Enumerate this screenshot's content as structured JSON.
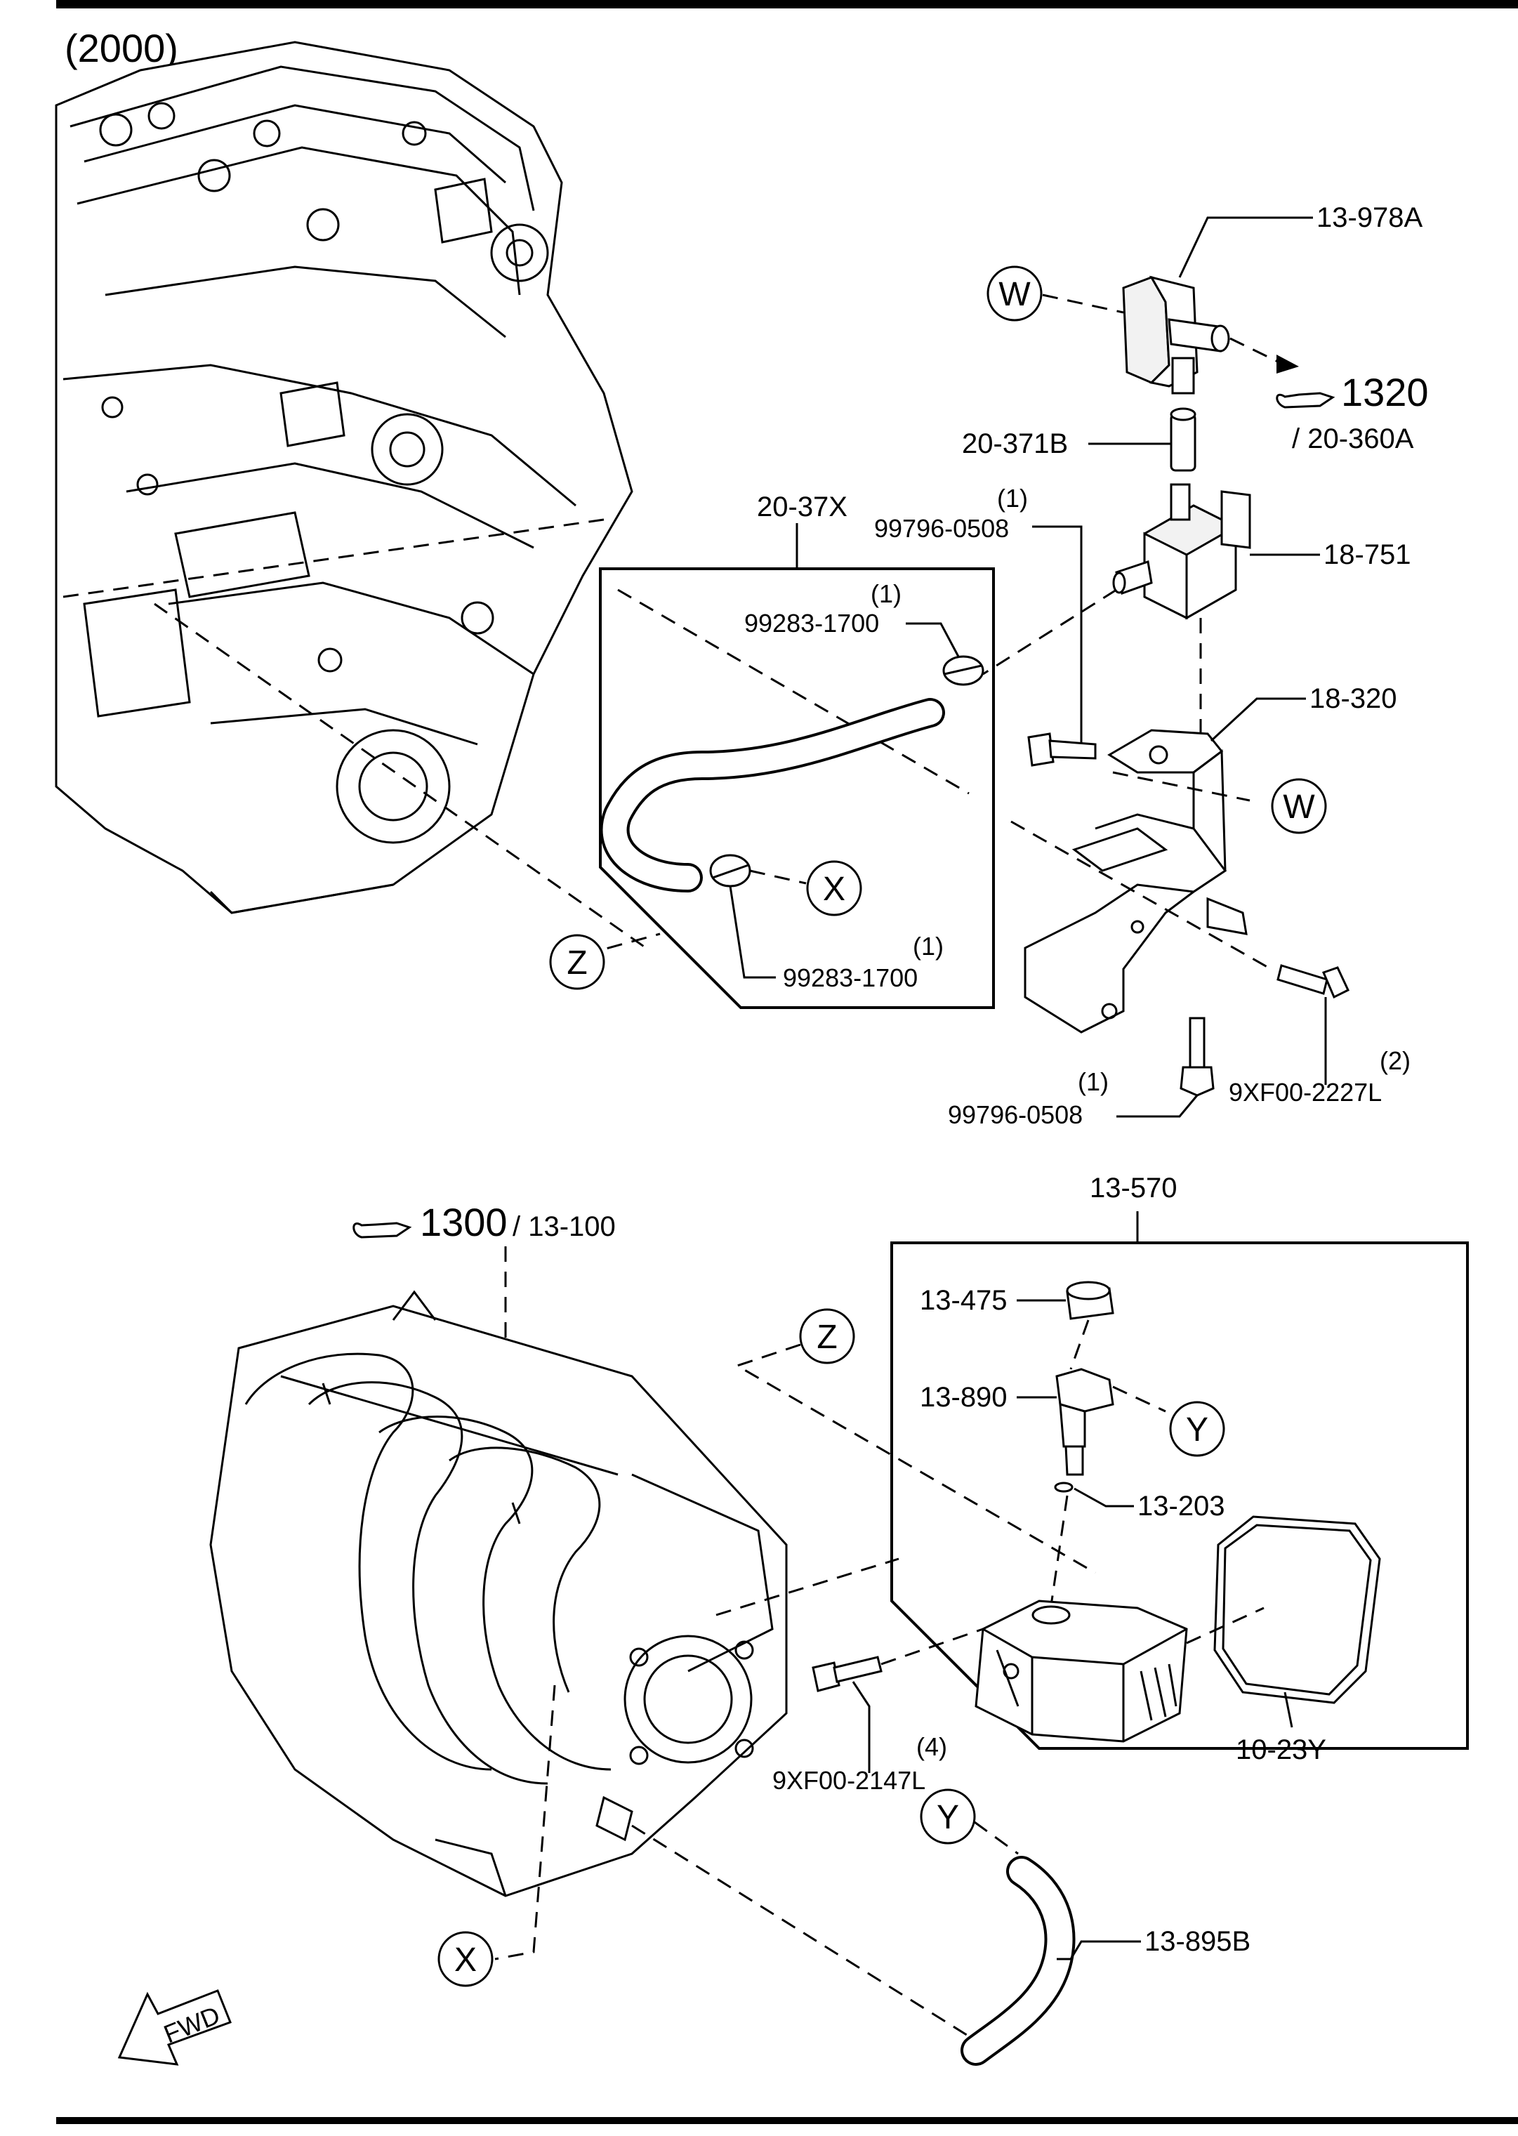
{
  "diagram": {
    "variant_label": "(2000)",
    "parts": {
      "p13_978A": "13-978A",
      "p20_371B": "20-371B",
      "p18_751": "18-751",
      "p18_320": "18-320",
      "p20_37X": "20-37X",
      "p13_570": "13-570",
      "p13_475": "13-475",
      "p13_890": "13-890",
      "p13_203": "13-203",
      "p10_23Y": "10-23Y",
      "p13_895B": "13-895B"
    },
    "fasteners": {
      "f99796_top": {
        "qty": "(1)",
        "code": "99796-0508"
      },
      "f99796_bottom": {
        "qty": "(1)",
        "code": "99796-0508"
      },
      "f99283_top": {
        "qty": "(1)",
        "code": "99283-1700"
      },
      "f99283_bottom": {
        "qty": "(1)",
        "code": "99283-1700"
      },
      "f9XF00_2227L": {
        "qty": "(2)",
        "code": "9XF00-2227L"
      },
      "f9XF00_2147L": {
        "qty": "(4)",
        "code": "9XF00-2147L"
      }
    },
    "references": {
      "ref1320": {
        "number": "1320",
        "sub": "/ 20-360A"
      },
      "ref1300": {
        "number": "1300",
        "sub": "/ 13-100"
      }
    },
    "callouts": {
      "W": "W",
      "X": "X",
      "Y": "Y",
      "Z": "Z"
    },
    "fwd_label": "FWD"
  }
}
